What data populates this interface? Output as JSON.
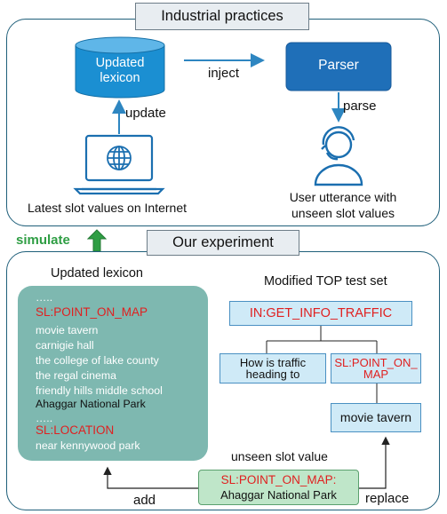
{
  "top_section": {
    "title": "Industrial practices",
    "lexicon_db": "Updated\nlexicon",
    "inject_label": "inject",
    "parser_label": "Parser",
    "update_label": "update",
    "parse_label": "parse",
    "laptop_caption": "Latest slot values on Internet",
    "user_caption": "User utterance with\nunseen slot values"
  },
  "simulate_label": "simulate",
  "bottom_section": {
    "title": "Our experiment",
    "lexicon_title": "Updated lexicon",
    "lexicon": {
      "dots_top": "…..",
      "slot1": "SL:POINT_ON_MAP",
      "items1": [
        "movie tavern",
        "carnigie hall",
        "the college of lake county",
        "the regal cinema",
        "friendly hills middle school"
      ],
      "new_item": "Ahaggar National Park",
      "dots_mid": "…..",
      "slot2": "SL:LOCATION",
      "items2": [
        "near kennywood park"
      ],
      "dots_bottom": "…"
    },
    "top_set_title": "Modified TOP test set",
    "intent": "IN:GET_INFO_TRAFFIC",
    "left_child": "How is traffic\nheading to",
    "right_child": "SL:POINT_ON_\nMAP",
    "leaf": "movie tavern",
    "unseen_label": "unseen slot value",
    "unseen_slot": "SL:POINT_ON_MAP:",
    "unseen_value": "Ahaggar National Park",
    "add_label": "add",
    "replace_label": "replace"
  },
  "colors": {
    "panel_border": "#1f5f7a",
    "title_box_fill": "#e8edf1",
    "db_fill": "#1b8fd2",
    "parser_fill": "#1f6fb8",
    "arrow": "#2e86c1",
    "lexicon_fill": "#7eb8b0",
    "slot_red": "#e02020",
    "node_fill": "#cfeaf7",
    "unseen_fill": "#bfe6c9",
    "simulate_green": "#2f9e44"
  }
}
